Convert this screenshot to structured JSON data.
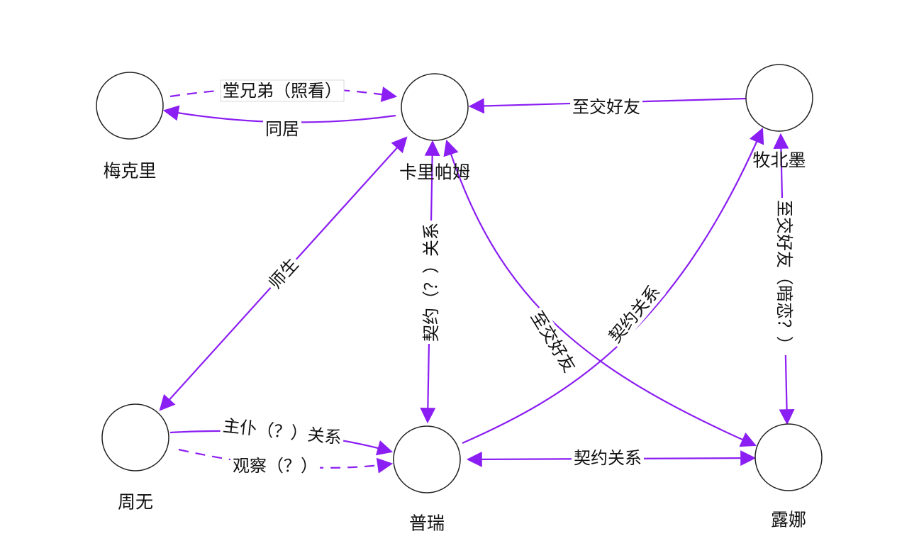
{
  "diagram": {
    "colors": {
      "edge": "#8b1ef2",
      "label_text": "#111111",
      "node_border": "#222222"
    },
    "nodes": [
      {
        "id": "meikeli",
        "label": "梅克里",
        "avatar": "white-haired-character-icon",
        "hair": "#e8e4dc",
        "skin": "#f3d9c2",
        "cloth": "#7a5232",
        "bg": "#b9a98e"
      },
      {
        "id": "kalipamu",
        "label": "卡里帕姆",
        "avatar": "cat-ear-character-icon",
        "hair": "#5b4236",
        "skin": "#f2d6c8",
        "cloth": "#2a2a2a",
        "bg": "#ffffff",
        "accent": "#b566d9"
      },
      {
        "id": "mubeimo",
        "label": "牧北墨",
        "avatar": "goggles-character-icon",
        "hair": "#1c2a22",
        "skin": "#f0d8c4",
        "cloth": "#3d3f3f",
        "bg": "#ffffff",
        "accent": "#4fe03a"
      },
      {
        "id": "zhouwu",
        "label": "周无",
        "avatar": "dark-suit-character-icon",
        "hair": "#1a1a1a",
        "skin": "#f4dcc8",
        "cloth": "#222222",
        "bg": "#ffffff",
        "accent": "#c41a2a"
      },
      {
        "id": "purui",
        "label": "普瑞",
        "avatar": "flower-crown-character-icon",
        "hair": "#9bc15a",
        "skin": "#f6e4d4",
        "cloth": "#f2f2ea",
        "bg": "#ffffff",
        "accent": "#8b4fd6"
      },
      {
        "id": "luna",
        "label": "露娜",
        "avatar": "blonde-character-icon",
        "hair": "#f2d43a",
        "skin": "#f7e3d2",
        "cloth": "#3f5a3a",
        "bg": "#ffffff",
        "accent": "#d42a2a"
      }
    ],
    "edges": [
      {
        "id": "e1",
        "label": "堂兄弟（照看）",
        "dashed": true,
        "boxed": true
      },
      {
        "id": "e2",
        "label": "同居",
        "dashed": false
      },
      {
        "id": "e3",
        "label": "至交好友",
        "dashed": false
      },
      {
        "id": "e4",
        "label": "师生",
        "dashed": false
      },
      {
        "id": "e5",
        "label": "契约（？）关系",
        "dashed": false
      },
      {
        "id": "e6",
        "label": "至交好友",
        "dashed": false
      },
      {
        "id": "e7",
        "label": "契约关系",
        "dashed": false
      },
      {
        "id": "e8",
        "label": "至交好友（暗恋？）",
        "dashed": false
      },
      {
        "id": "e9",
        "label": "主仆（？）关系",
        "dashed": false
      },
      {
        "id": "e10",
        "label": "观察（？）",
        "dashed": true
      },
      {
        "id": "e11",
        "label": "契约关系",
        "dashed": false
      }
    ]
  }
}
